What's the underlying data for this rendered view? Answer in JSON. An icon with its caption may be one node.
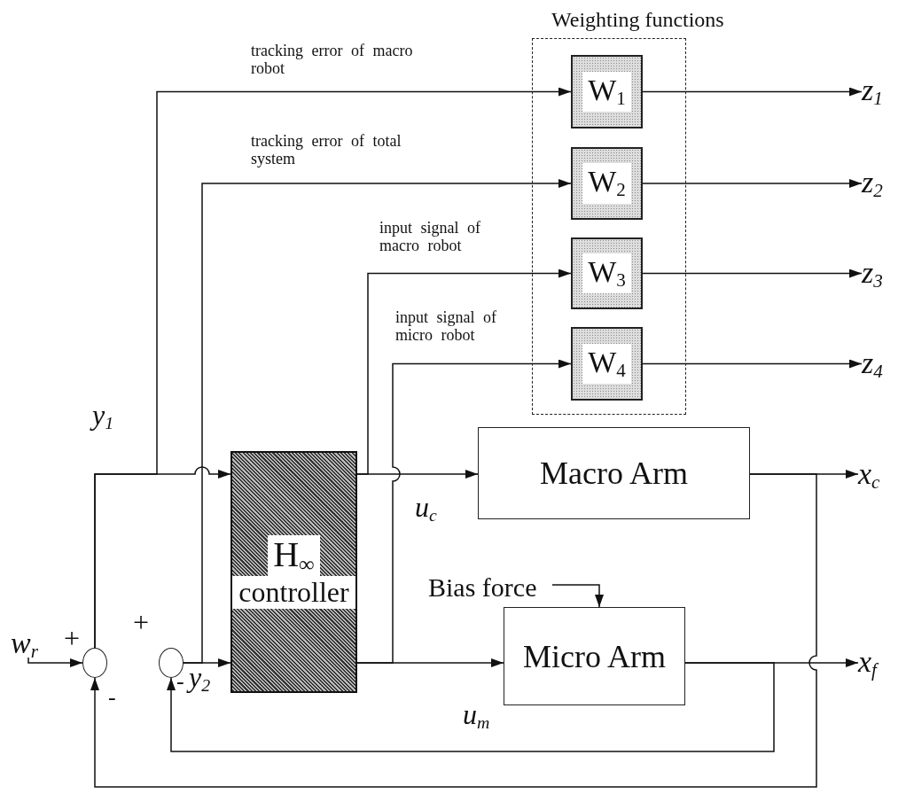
{
  "diagram": {
    "nodes": [
      {
        "text": [
          "Weighting functions"
        ]
      },
      {
        "text": [
          "W$_{1}$"
        ],
        "in": 0
      },
      {
        "text": [
          "W$_{2}$"
        ],
        "in": 0
      },
      {
        "text": [
          "W$_{3}$"
        ],
        "in": 0
      },
      {
        "text": [
          "W$_{4}$"
        ],
        "in": 0
      },
      {
        "text": [
          "z$_{1}$"
        ]
      },
      {
        "text": [
          "z$_{2}$"
        ]
      },
      {
        "text": [
          "z$_{3}$"
        ]
      },
      {
        "text": [
          "z$_{4}$"
        ]
      },
      {
        "text": [
          "H$_{∞}$",
          "controller"
        ]
      },
      {
        "text": [
          "Macro Arm"
        ]
      },
      {
        "text": [
          "Bias force"
        ]
      },
      {
        "text": [
          "Micro Arm"
        ]
      },
      {
        "text": [
          "x$_{c}$"
        ]
      },
      {
        "text": [
          "x$_{f}$"
        ]
      },
      {
        "text": [
          "w$_{r}$"
        ]
      },
      {
        "text": [],
        "shape": "circle"
      },
      {
        "text": [],
        "shape": "circle"
      }
    ],
    "edges": [
      {
        "from": 16,
        "to": 9,
        "arrow": "to"
      },
      {
        "from": 16,
        "to": 1,
        "arrow": "to",
        "label": "tracking error of macro robot"
      },
      {
        "from": 17,
        "to": 9,
        "arrow": "to"
      },
      {
        "from": 17,
        "to": 2,
        "arrow": "to",
        "label": "tracking error of total system"
      },
      {
        "from": 9,
        "to": 10,
        "arrow": "to"
      },
      {
        "from": 9,
        "to": 3,
        "arrow": "to",
        "label": "input signal of macro robot"
      },
      {
        "from": 9,
        "to": 12,
        "arrow": "to"
      },
      {
        "from": 9,
        "to": 4,
        "arrow": "to",
        "label": "input signal of micro robot"
      },
      {
        "from": 1,
        "to": 5,
        "arrow": "to"
      },
      {
        "from": 2,
        "to": 6,
        "arrow": "to"
      },
      {
        "from": 3,
        "to": 7,
        "arrow": "to"
      },
      {
        "from": 4,
        "to": 8,
        "arrow": "to"
      },
      {
        "from": 10,
        "to": 13,
        "arrow": "to"
      },
      {
        "from": 12,
        "to": 14,
        "arrow": "to"
      },
      {
        "from": 11,
        "to": 12,
        "arrow": "to"
      },
      {
        "from": 10,
        "to": 16,
        "arrow": "to"
      },
      {
        "from": 12,
        "to": 17,
        "arrow": "to"
      },
      {
        "from": 15,
        "to": 16,
        "arrow": "to"
      }
    ],
    "labels": [
      "y$_{1}$",
      "u$_{c}$",
      "+",
      "+",
      "-",
      "y$_{2}$",
      "-",
      "u$_{m}$"
    ]
  }
}
